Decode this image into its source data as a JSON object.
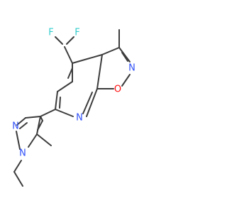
{
  "molecule": {
    "atoms": {
      "f1": {
        "symbol": "F",
        "color": "#33cccc"
      },
      "f2": {
        "symbol": "F",
        "color": "#33cccc"
      },
      "n_isoxazole": {
        "symbol": "N",
        "color": "#3050f8"
      },
      "o_isoxazole": {
        "symbol": "O",
        "color": "#ff0d0d"
      },
      "n_pyridine": {
        "symbol": "N",
        "color": "#3050f8"
      },
      "n_pyrazole_2": {
        "symbol": "N",
        "color": "#3050f8"
      },
      "n_pyrazole_1": {
        "symbol": "N",
        "color": "#3050f8"
      }
    },
    "bond_color": "#3c3c3c"
  }
}
